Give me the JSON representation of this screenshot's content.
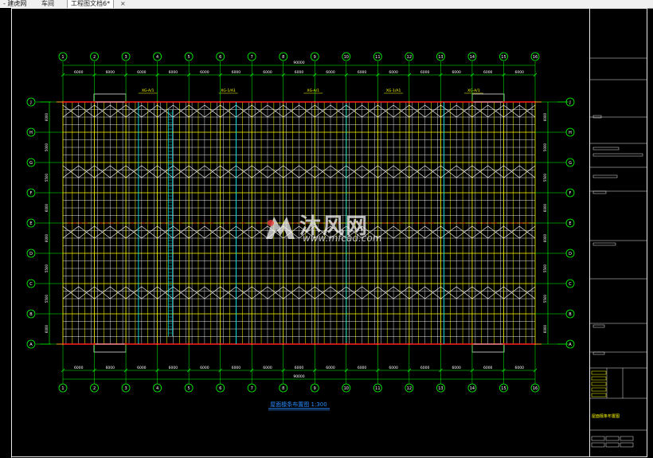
{
  "tabs": [
    {
      "label": "- 建虎网"
    },
    {
      "label": "车间"
    },
    {
      "label": "工程图文档6*"
    }
  ],
  "close_glyph": "×",
  "drawing": {
    "axis_numbers": [
      "1",
      "2",
      "3",
      "4",
      "5",
      "6",
      "7",
      "8",
      "9",
      "10",
      "11",
      "12",
      "13",
      "14",
      "15",
      "16"
    ],
    "axis_letters": [
      "J",
      "H",
      "G",
      "F",
      "E",
      "D",
      "C",
      "B",
      "A"
    ],
    "bay_dimension": "6000",
    "total_dimension": "90000",
    "row_dimensions": [
      "6000",
      "5000",
      "5500",
      "6000",
      "6000",
      "5500",
      "5500",
      "6000"
    ],
    "section_labels": [
      "XG-A/1",
      "XG-1/A1",
      "XG-A/1",
      "XG-1/A1",
      "XG-A/1"
    ],
    "plan_title": "屋面檩条布置图 1:300",
    "title_block_name": "屋面檩条布置图"
  },
  "watermark": {
    "text": "沐风网",
    "url": "www.mfcad.com"
  },
  "colors": {
    "background": "#000000",
    "frame": "#e8e8e8",
    "grid_axis": "#00ff00",
    "purlin_yellow": "#ffff00",
    "beam_red": "#ff2020",
    "bracing_white": "#ffffff",
    "tie_cyan": "#00ffff",
    "title_blue": "#2a8cff"
  }
}
